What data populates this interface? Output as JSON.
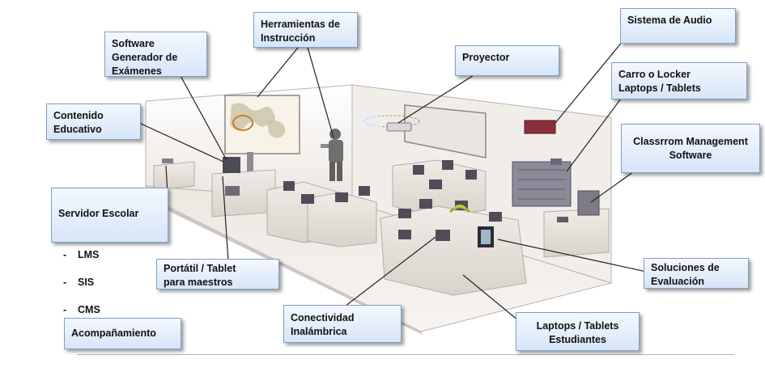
{
  "labels": {
    "herramientas": "Herramientas de\nInstrucción",
    "software_examenes": "Software\nGenerador de\nExámenes",
    "proyector": "Proyector",
    "sistema_audio": "Sistema de Audio",
    "carro_locker": "Carro o Locker\nLaptops / Tablets",
    "contenido": "Contenido\nEducativo",
    "classroom_mgmt": "Classrrom Management\nSoftware",
    "servidor": {
      "title": "Servidor Escolar",
      "items": [
        "LMS",
        "SIS",
        "CMS"
      ]
    },
    "portatil_maestros": "Portátil / Tablet\npara maestros",
    "soluciones_evaluacion": "Soluciones  de\nEvaluación",
    "conectividad": "Conectividad\nInalámbrica",
    "laptops_estudiantes": "Laptops / Tablets\nEstudiantes",
    "acompanamiento": "Acompañamiento"
  }
}
